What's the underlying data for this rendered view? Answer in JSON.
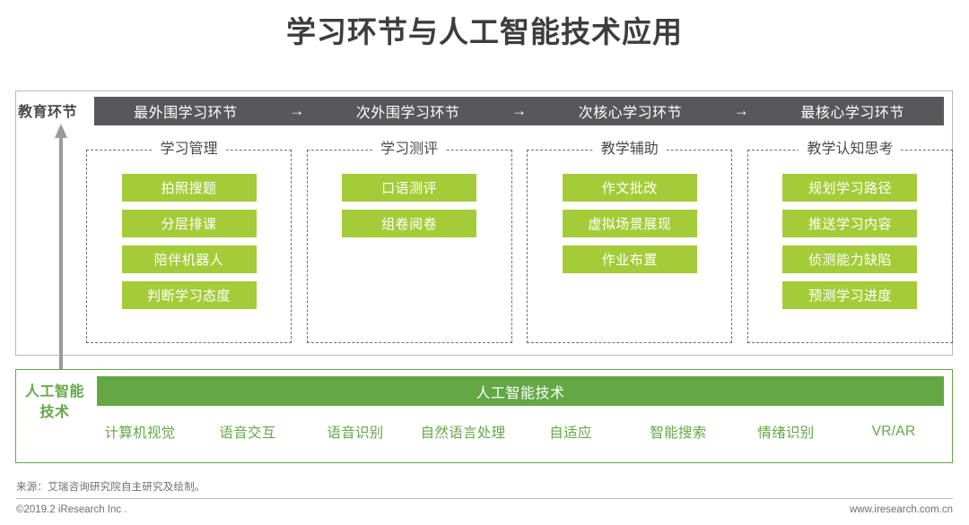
{
  "page": {
    "title": "学习环节与人工智能技术应用",
    "accent_green": "#63a844",
    "chip_green": "#a4cc39",
    "stage_bar_gray": "#58585a"
  },
  "education": {
    "side_label": "教育环节",
    "arrow_icon": "up-arrow-icon",
    "stages": [
      {
        "label": "最外围学习环节"
      },
      {
        "label": "次外围学习环节"
      },
      {
        "label": "次核心学习环节"
      },
      {
        "label": "最核心学习环节"
      }
    ],
    "stage_separator": "→",
    "groups": [
      {
        "title": "学习管理",
        "items": [
          "拍照搜题",
          "分层排课",
          "陪伴机器人",
          "判断学习态度"
        ]
      },
      {
        "title": "学习测评",
        "items": [
          "口语测评",
          "组卷阅卷"
        ]
      },
      {
        "title": "教学辅助",
        "items": [
          "作文批改",
          "虚拟场景展现",
          "作业布置"
        ]
      },
      {
        "title": "教学认知思考",
        "items": [
          "规划学习路径",
          "推送学习内容",
          "侦测能力缺陷",
          "预测学习进度"
        ]
      }
    ]
  },
  "ai": {
    "side_label_line1": "人工智能",
    "side_label_line2": "技术",
    "bar_label": "人工智能技术",
    "tags": [
      "计算机视觉",
      "语音交互",
      "语音识别",
      "自然语言处理",
      "自适应",
      "智能搜索",
      "情绪识别",
      "VR/AR"
    ]
  },
  "footer": {
    "source": "来源：艾瑞咨询研究院自主研究及绘制。",
    "copyright": "©2019.2 iResearch Inc .",
    "url": "www.iresearch.com.cn"
  }
}
